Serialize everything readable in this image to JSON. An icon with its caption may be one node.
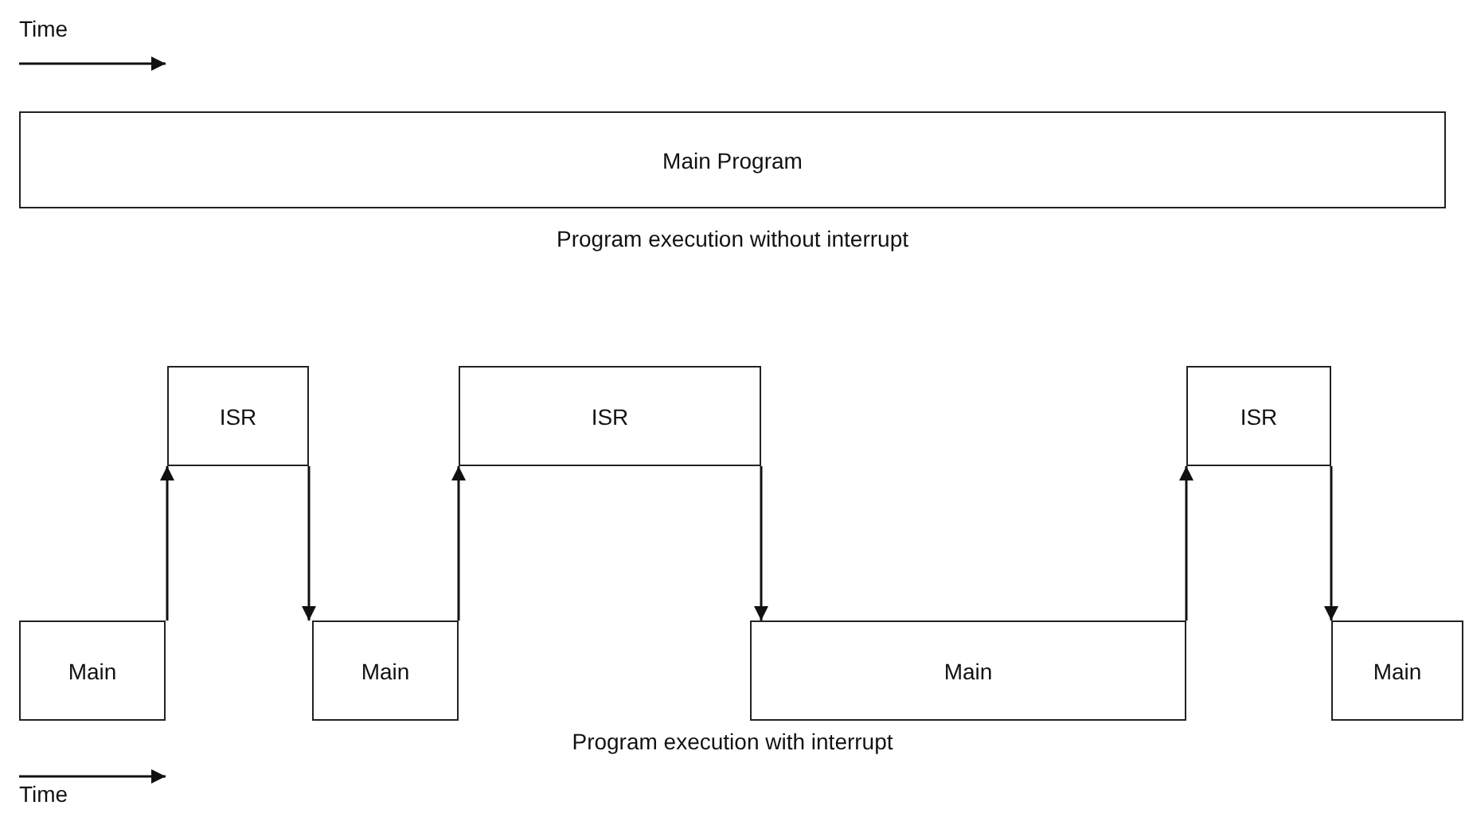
{
  "diagram": {
    "nodes": [
      {
        "text": [
          "Main Program"
        ]
      },
      {
        "text": [
          "ISR"
        ]
      },
      {
        "text": [
          "ISR"
        ]
      },
      {
        "text": [
          "ISR"
        ]
      },
      {
        "text": [
          "Main"
        ]
      },
      {
        "text": [
          "Main"
        ]
      },
      {
        "text": [
          "Main"
        ]
      },
      {
        "text": [
          "Main"
        ]
      }
    ],
    "edges": [
      {
        "from": 4,
        "to": 1,
        "arrow": "to"
      },
      {
        "from": 1,
        "to": 5,
        "arrow": "to"
      },
      {
        "from": 5,
        "to": 2,
        "arrow": "to"
      },
      {
        "from": 2,
        "to": 6,
        "arrow": "to"
      },
      {
        "from": 6,
        "to": 3,
        "arrow": "to"
      },
      {
        "from": 3,
        "to": 7,
        "arrow": "to"
      }
    ],
    "labels": [
      "Time",
      "Program execution without interrupt",
      "Program execution with interrupt",
      "Time"
    ]
  }
}
